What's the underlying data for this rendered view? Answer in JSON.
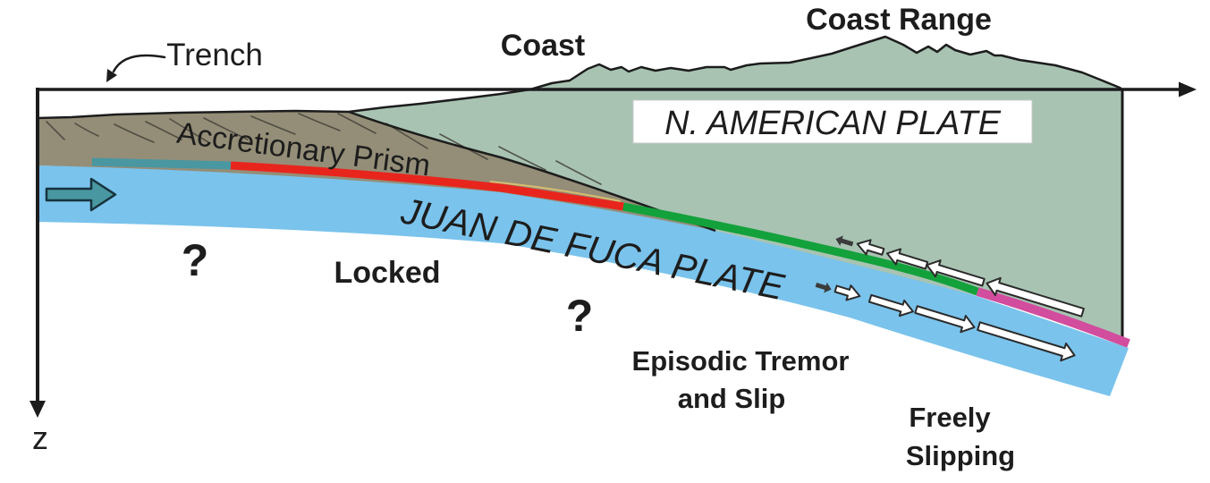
{
  "labels": {
    "trench": "Trench",
    "coast": "Coast",
    "coast_range": "Coast Range",
    "n_american_plate": "N. AMERICAN PLATE",
    "accretionary_prism": "Accretionary Prism",
    "juan_de_fuca_plate": "JUAN DE FUCA PLATE",
    "locked": "Locked",
    "question_left": "?",
    "question_right": "?",
    "ets_line1": "Episodic Tremor",
    "ets_line2": "and Slip",
    "freely_line1": "Freely",
    "freely_line2": "Slipping",
    "z_axis": "z"
  },
  "colors": {
    "background": "#ffffff",
    "juan_de_fuca_plate": "#7ac3ec",
    "n_american_plate": "#a8c3b2",
    "accretionary_prism": "#948e78",
    "zone_uncertain_teal": "#4997a1",
    "zone_locked_red": "#e8251d",
    "zone_ets_green": "#13a13b",
    "zone_freely_slipping_pink": "#d24d9d",
    "sediment_line_yellow": "#d6bd72",
    "line_black": "#1c1c1c",
    "slip_arrow_fill": "#ffffff",
    "slip_arrow_stroke": "#2b2b2b",
    "convergence_arrow_fill": "#4997a1",
    "convergence_arrow_stroke": "#17333d"
  },
  "interface_zones": [
    {
      "name": "uncertain-updip",
      "label": "?",
      "color": "#4997a1"
    },
    {
      "name": "locked",
      "label": "Locked",
      "color": "#e8251d"
    },
    {
      "name": "episodic-tremor-and-slip",
      "label": "Episodic Tremor and Slip",
      "color": "#13a13b"
    },
    {
      "name": "freely-slipping",
      "label": "Freely Slipping",
      "color": "#d24d9d"
    }
  ]
}
